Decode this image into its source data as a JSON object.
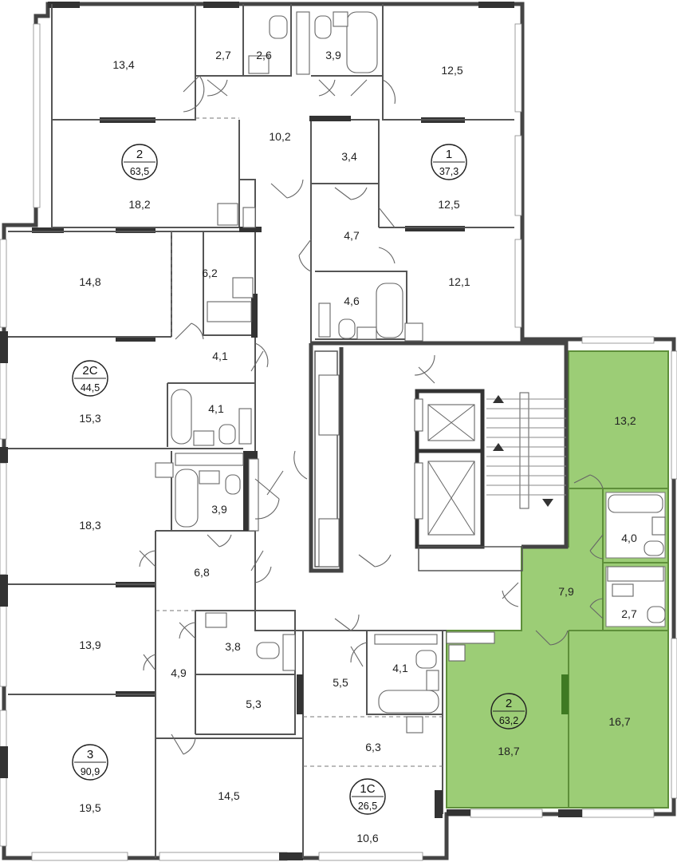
{
  "colors": {
    "highlight_fill": "#9ccd76",
    "highlight_stroke": "#5e8f3a",
    "wall": "#3a3a3a",
    "text": "#222222"
  },
  "apartments": [
    {
      "id": "apt-2-top",
      "number": "2",
      "area": "63,5"
    },
    {
      "id": "apt-1",
      "number": "1",
      "area": "37,3"
    },
    {
      "id": "apt-2c",
      "number": "2С",
      "area": "44,5"
    },
    {
      "id": "apt-3",
      "number": "3",
      "area": "90,9"
    },
    {
      "id": "apt-1c",
      "number": "1С",
      "area": "26,5"
    },
    {
      "id": "apt-2-highlight",
      "number": "2",
      "area": "63,2"
    }
  ],
  "rooms": [
    "13,4",
    "2,7",
    "2,6",
    "3,9",
    "12,5",
    "10,2",
    "3,4",
    "18,2",
    "12,5",
    "4,7",
    "14,8",
    "6,2",
    "4,6",
    "12,1",
    "4,1",
    "4,1",
    "15,3",
    "13,2",
    "3,9",
    "18,3",
    "4,0",
    "6,8",
    "7,9",
    "2,7",
    "13,9",
    "3,8",
    "4,1",
    "5,5",
    "4,9",
    "5,3",
    "16,7",
    "6,3",
    "18,7",
    "19,5",
    "14,5",
    "10,6"
  ]
}
